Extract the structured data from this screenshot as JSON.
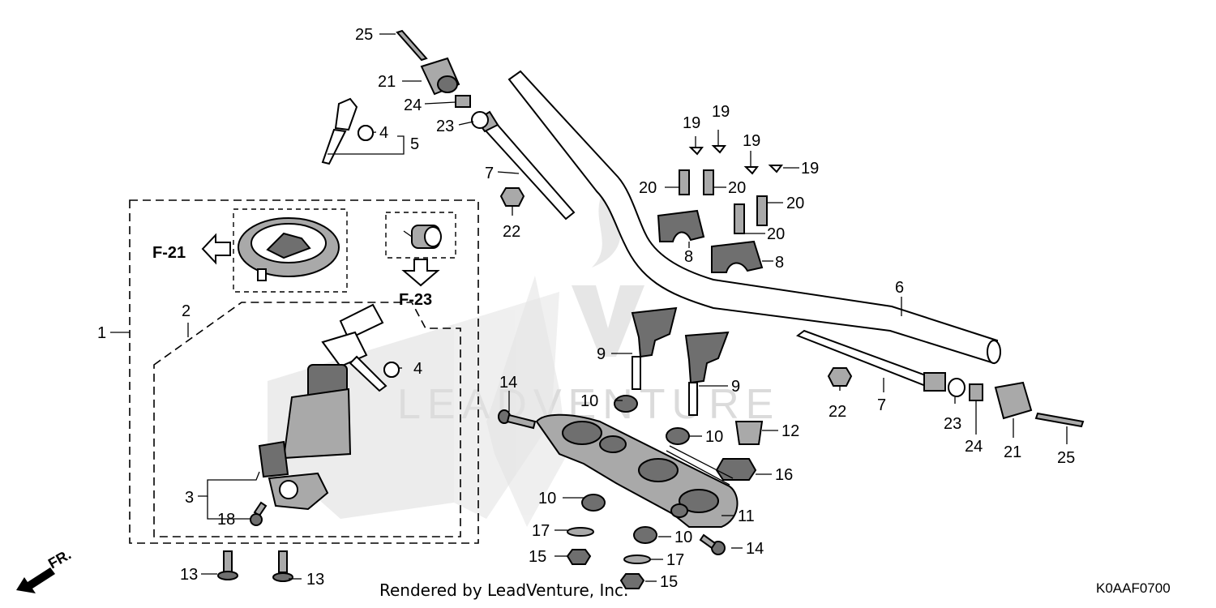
{
  "callouts": {
    "c25a": "25",
    "c21a": "21",
    "c24a": "24",
    "c23a": "23",
    "c7a": "7",
    "c22a": "22",
    "c4a": "4",
    "c5": "5",
    "c19a": "19",
    "c19b": "19",
    "c19c": "19",
    "c19d": "19",
    "c20a": "20",
    "c20b": "20",
    "c20c": "20",
    "c20d": "20",
    "c8a": "8",
    "c8b": "8",
    "c6": "6",
    "c9a": "9",
    "c9b": "9",
    "c10a": "10",
    "c10b": "10",
    "c10c": "10",
    "c10d": "10",
    "c14a": "14",
    "c14b": "14",
    "c12": "12",
    "c16": "16",
    "c11": "11",
    "c17a": "17",
    "c17b": "17",
    "c15a": "15",
    "c15b": "15",
    "c22b": "22",
    "c7b": "7",
    "c23b": "23",
    "c24b": "24",
    "c21b": "21",
    "c25b": "25",
    "c1": "1",
    "c2": "2",
    "c3": "3",
    "c4b": "4",
    "c18": "18",
    "c13a": "13",
    "c13b": "13"
  },
  "references": {
    "f21": "F-21",
    "f23": "F-23"
  },
  "direction_label": "FR.",
  "watermark": "LEADVENTURE",
  "footer": "Rendered by LeadVenture, Inc.",
  "diagram_code": "K0AAF0700"
}
